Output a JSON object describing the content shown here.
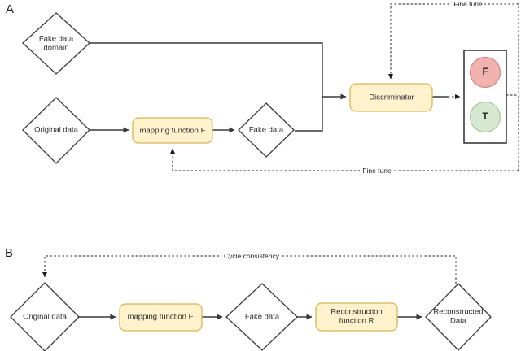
{
  "figure": {
    "type": "flowchart",
    "description_colors": {
      "node_box_fill": "#fff2cc",
      "node_box_border": "#d6b656",
      "false_circle_fill": "#f1b2b0",
      "false_circle_border": "#cf8482",
      "true_circle_fill": "#d6e8d0",
      "true_circle_border": "#a9c89b",
      "line": "#3a3a3a"
    }
  },
  "panel_a": {
    "label": "A",
    "fake_data_domain": "Fake data\ndomain",
    "original_data": "Original data",
    "mapping_function": "mapping function F",
    "fake_data": "Fake data",
    "discriminator": "Discriminator",
    "false_label": "F",
    "true_label": "T",
    "fine_tune_top": "Fine tune",
    "fine_tune_bottom": "Fine tune"
  },
  "panel_b": {
    "label": "B",
    "cycle_consistency": "Cycle consistency",
    "original_data": "Original data",
    "mapping_function": "mapping function F",
    "fake_data": "Fake data",
    "reconstruction_function": "Reconstruction\nfunction R",
    "reconstructed_data": "Reconstructed\nData"
  }
}
